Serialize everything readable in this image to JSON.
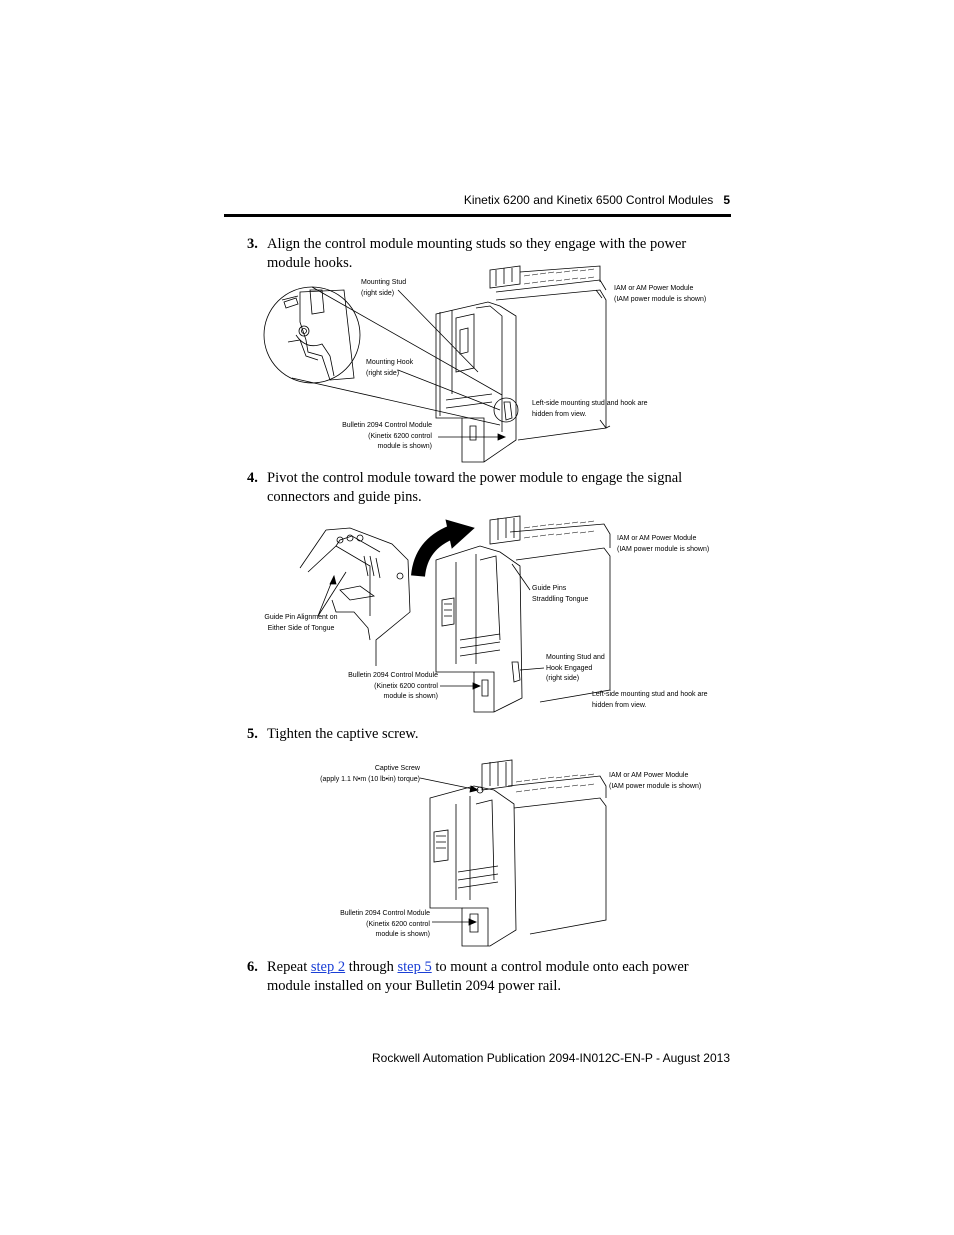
{
  "header": {
    "title": "Kinetix 6200 and Kinetix 6500 Control Modules",
    "page": "5"
  },
  "steps": [
    {
      "num": "3.",
      "text": "Align the control module mounting studs so they engage with the power module hooks."
    },
    {
      "num": "4.",
      "text": "Pivot the control module toward the power module to engage the signal connectors and guide pins."
    },
    {
      "num": "5.",
      "text": "Tighten the captive screw."
    },
    {
      "num": "6.",
      "pre": "Repeat ",
      "link1": "step 2",
      "mid": " through ",
      "link2": "step 5",
      "post": " to mount a control module onto each power module installed on your Bulletin 2094 power rail."
    }
  ],
  "figure1": {
    "mounting_stud_1": "Mounting Stud",
    "mounting_stud_2": "(right side)",
    "mounting_hook_1": "Mounting Hook",
    "mounting_hook_2": "(right side)",
    "power_module_1": "IAM or AM Power Module",
    "power_module_2": "(IAM power module is shown)",
    "left_side_1": "Left-side mounting stud and hook are",
    "left_side_2": "hidden from view.",
    "control_module_1": "Bulletin 2094 Control Module",
    "control_module_2": "(Kinetix 6200 control",
    "control_module_3": "module is shown)"
  },
  "figure2": {
    "power_module_1": "IAM or AM Power Module",
    "power_module_2": "(IAM power module is shown)",
    "guide_pins_1": "Guide Pins",
    "guide_pins_2": "Straddling Tongue",
    "guide_align_1": "Guide Pin Alignment on",
    "guide_align_2": "Either Side of Tongue",
    "stud_hook_1": "Mounting Stud and",
    "stud_hook_2": "Hook Engaged",
    "stud_hook_3": "(right side)",
    "control_module_1": "Bulletin 2094 Control Module",
    "control_module_2": "(Kinetix 6200 control",
    "control_module_3": "module is shown)",
    "left_side_1": "Left-side mounting stud and hook are",
    "left_side_2": "hidden from view."
  },
  "figure3": {
    "captive_1": "Captive Screw",
    "captive_2": "(apply 1.1 N•m (10 lb•in) torque)",
    "power_module_1": "IAM or AM Power Module",
    "power_module_2": "(IAM power module is shown)",
    "control_module_1": "Bulletin 2094 Control Module",
    "control_module_2": "(Kinetix 6200 control",
    "control_module_3": "module is shown)"
  },
  "footer": {
    "text": "Rockwell Automation Publication 2094-IN012C-EN-P - August 2013"
  }
}
